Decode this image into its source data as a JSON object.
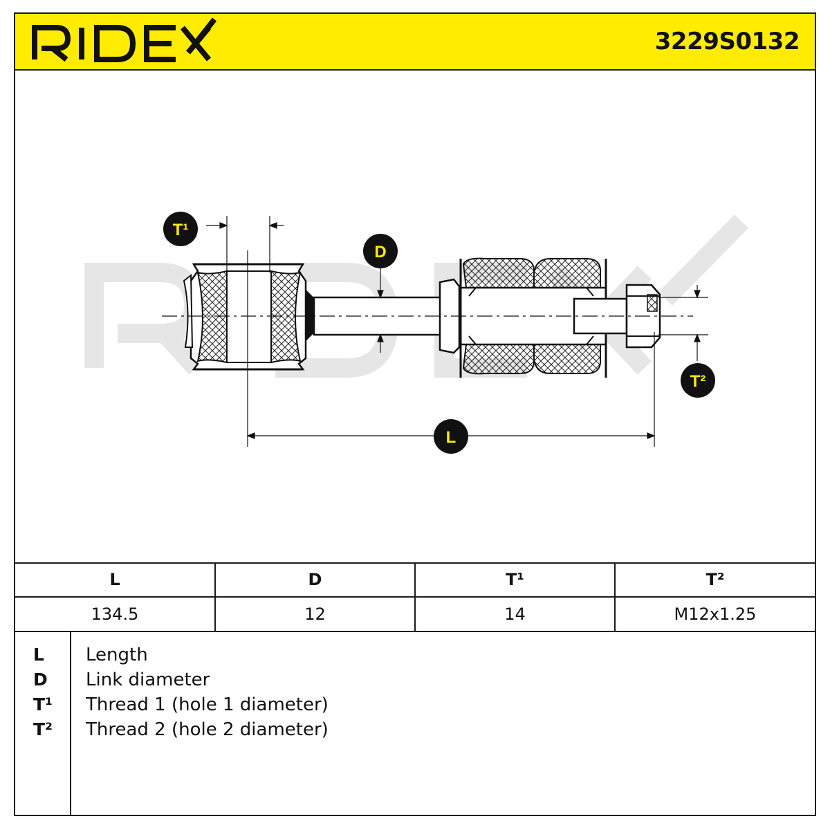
{
  "brand": {
    "logo_text": "RIDEX",
    "watermark_text": "RIDEX",
    "accent_color": "#ffec00",
    "ink_color": "#111111"
  },
  "header": {
    "part_number": "3229S0132"
  },
  "diagram": {
    "callouts": {
      "t1": "T¹",
      "d": "D",
      "t2": "T²",
      "l": "L"
    }
  },
  "spec_table": {
    "headers": [
      "L",
      "D",
      "T¹",
      "T²"
    ],
    "values": [
      "134.5",
      "12",
      "14",
      "M12x1.25"
    ]
  },
  "legend": {
    "items": [
      {
        "symbol": "L",
        "text": "Length"
      },
      {
        "symbol": "D",
        "text": "Link diameter"
      },
      {
        "symbol": "T¹",
        "text": "Thread 1 (hole 1 diameter)"
      },
      {
        "symbol": "T²",
        "text": "Thread 2 (hole 2 diameter)"
      }
    ]
  }
}
